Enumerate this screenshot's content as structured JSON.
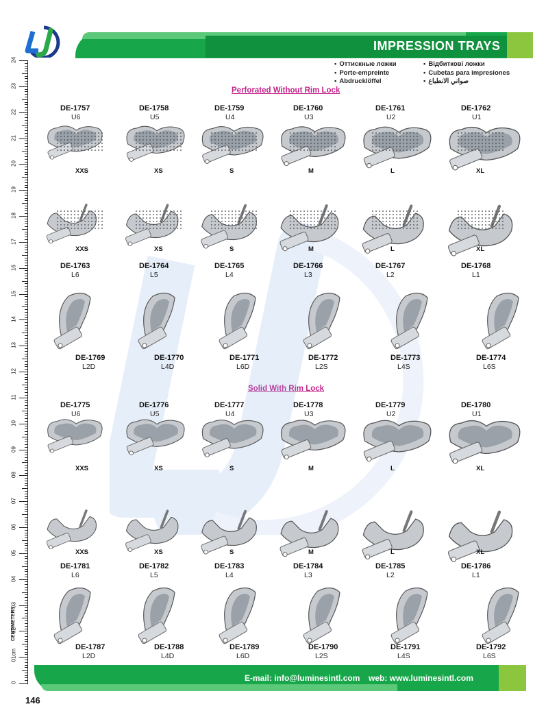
{
  "header": {
    "title": "IMPRESSION TRAYS"
  },
  "languages": {
    "col1": [
      "Оттискные ложки",
      "Porte-empreinte",
      "Abdrucklöffel"
    ],
    "col2": [
      "Відбиткові ложки",
      "Cubetas para impresiones",
      "صواني الانطباع"
    ]
  },
  "sections": {
    "perforated": "Perforated Without Rim Lock",
    "solid": "Solid With Rim Lock"
  },
  "ruler": {
    "unit_label": "CENTIMETERS",
    "numbers": [
      "0",
      "01cm",
      "02",
      "03",
      "04",
      "05",
      "06",
      "07",
      "08",
      "09",
      "10",
      "11",
      "12",
      "13",
      "14",
      "15",
      "16",
      "17",
      "18",
      "19",
      "20",
      "21",
      "22",
      "23",
      "24"
    ]
  },
  "products": [
    {
      "code": "DE-1757",
      "sub": "U6",
      "size": "XXS"
    },
    {
      "code": "DE-1758",
      "sub": "U5",
      "size": "XS"
    },
    {
      "code": "DE-1759",
      "sub": "U4",
      "size": "S"
    },
    {
      "code": "DE-1760",
      "sub": "U3",
      "size": "M"
    },
    {
      "code": "DE-1761",
      "sub": "U2",
      "size": "L"
    },
    {
      "code": "DE-1762",
      "sub": "U1",
      "size": "XL"
    },
    {
      "code": "DE-1763",
      "sub": "L6",
      "size": "XXS"
    },
    {
      "code": "DE-1764",
      "sub": "L5",
      "size": "XS"
    },
    {
      "code": "DE-1765",
      "sub": "L4",
      "size": "S"
    },
    {
      "code": "DE-1766",
      "sub": "L3",
      "size": "M"
    },
    {
      "code": "DE-1767",
      "sub": "L2",
      "size": "L"
    },
    {
      "code": "DE-1768",
      "sub": "L1",
      "size": "XL"
    },
    {
      "code": "DE-1769",
      "sub": "L2D",
      "size": ""
    },
    {
      "code": "DE-1770",
      "sub": "L4D",
      "size": ""
    },
    {
      "code": "DE-1771",
      "sub": "L6D",
      "size": ""
    },
    {
      "code": "DE-1772",
      "sub": "L2S",
      "size": ""
    },
    {
      "code": "DE-1773",
      "sub": "L4S",
      "size": ""
    },
    {
      "code": "DE-1774",
      "sub": "L6S",
      "size": ""
    },
    {
      "code": "DE-1775",
      "sub": "U6",
      "size": "XXS"
    },
    {
      "code": "DE-1776",
      "sub": "U5",
      "size": "XS"
    },
    {
      "code": "DE-1777",
      "sub": "U4",
      "size": "S"
    },
    {
      "code": "DE-1778",
      "sub": "U3",
      "size": "M"
    },
    {
      "code": "DE-1779",
      "sub": "U2",
      "size": "L"
    },
    {
      "code": "DE-1780",
      "sub": "U1",
      "size": "XL"
    },
    {
      "code": "DE-1781",
      "sub": "L6",
      "size": "XXS"
    },
    {
      "code": "DE-1782",
      "sub": "L5",
      "size": "XS"
    },
    {
      "code": "DE-1783",
      "sub": "L4",
      "size": "S"
    },
    {
      "code": "DE-1784",
      "sub": "L3",
      "size": "M"
    },
    {
      "code": "DE-1785",
      "sub": "L2",
      "size": "L"
    },
    {
      "code": "DE-1786",
      "sub": "L1",
      "size": "XL"
    },
    {
      "code": "DE-1787",
      "sub": "L2D",
      "size": ""
    },
    {
      "code": "DE-1788",
      "sub": "L4D",
      "size": ""
    },
    {
      "code": "DE-1789",
      "sub": "L6D",
      "size": ""
    },
    {
      "code": "DE-1790",
      "sub": "L2S",
      "size": ""
    },
    {
      "code": "DE-1791",
      "sub": "L4S",
      "size": ""
    },
    {
      "code": "DE-1792",
      "sub": "L6S",
      "size": ""
    }
  ],
  "footer": {
    "email": "E-mail: info@luminesintl.com",
    "web": "web: www.luminesintl.com"
  },
  "page_number": "146",
  "colors": {
    "brand_green": "#17a74a",
    "accent_lime": "#8cc63f",
    "heading_magenta": "#c2228a",
    "logo_blue": "#1e6fd0"
  }
}
